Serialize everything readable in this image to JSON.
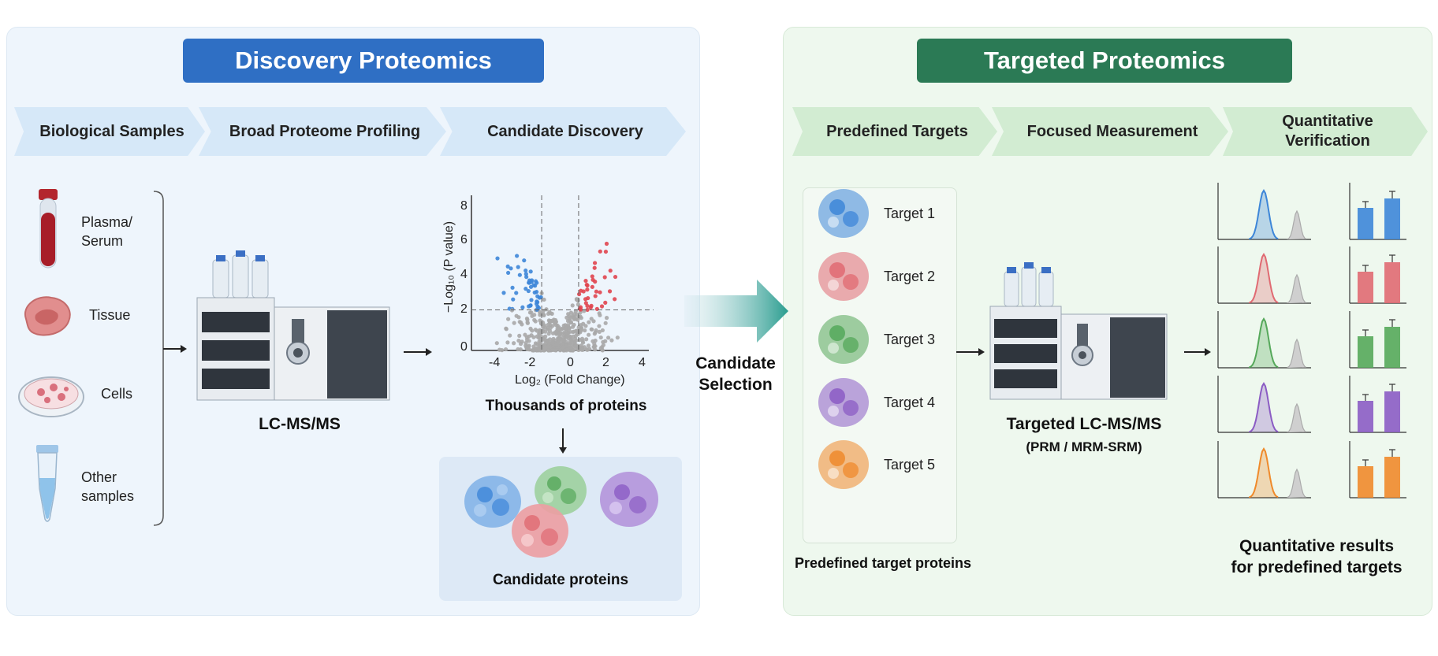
{
  "discovery": {
    "title": "Discovery Proteomics",
    "steps": [
      "Biological Samples",
      "Broad Proteome Profiling",
      "Candidate Discovery"
    ],
    "samples": [
      "Plasma/\nSerum",
      "Tissue",
      "Cells",
      "Other\nsamples"
    ],
    "instrument_label": "LC-MS/MS",
    "volcano": {
      "ylabel": "−Log₁₀ (P value)",
      "xlabel": "Log₂ (Fold Change)",
      "xticks": [
        "-4",
        "-2",
        "0",
        "2",
        "4"
      ],
      "yticks": [
        "0",
        "2",
        "4",
        "6",
        "8"
      ]
    },
    "volcano_caption": "Thousands of proteins",
    "candidates_label": "Candidate proteins"
  },
  "transition": {
    "label": "Candidate\nSelection"
  },
  "targeted": {
    "title": "Targeted Proteomics",
    "steps": [
      "Predefined Targets",
      "Focused Measurement",
      "Quantitative\nVerification"
    ],
    "targets": [
      "Target 1",
      "Target 2",
      "Target 3",
      "Target 4",
      "Target 5"
    ],
    "targets_caption": "Predefined target proteins",
    "instrument_label": "Targeted LC-MS/MS",
    "instrument_sub": "(PRM / MRM-SRM)",
    "results_caption": "Quantitative results\nfor predefined targets"
  },
  "colors": {
    "discovery_title": "#2f6fc4",
    "targeted_title": "#2b7a55",
    "target_colors": [
      "#3d86d8",
      "#e06a72",
      "#55a85a",
      "#8b5cc4",
      "#ef8a2b"
    ]
  }
}
